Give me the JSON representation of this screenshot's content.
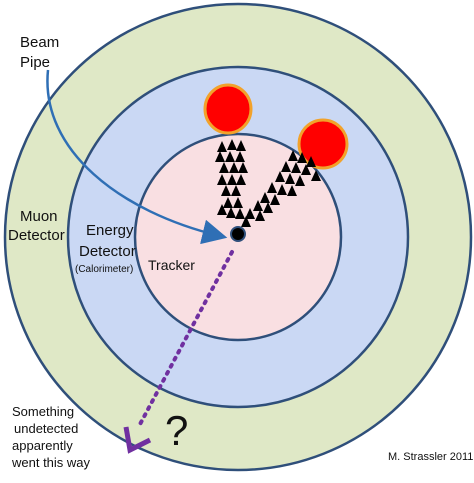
{
  "labels": {
    "beam": "Beam",
    "pipe": "Pipe",
    "muon": "Muon",
    "muon_detector": "Detector",
    "energy": "Energy",
    "energy_detector": "Detector",
    "calorimeter": "(Calorimeter)",
    "tracker": "Tracker",
    "something": "Something",
    "undetected": "undetected",
    "apparently": "apparently",
    "went": "went this way",
    "question": "?",
    "credit": "M. Strassler 2011"
  },
  "colors": {
    "muon_ring": "#dfe8c6",
    "energy_ring": "#cad8f4",
    "tracker": "#f9dfe2",
    "outline": "#2f4f7a",
    "beam_arrow": "#2f6fb5",
    "missing_arrow": "#7030a0",
    "jet_cluster": "#ff0000",
    "cluster_border": "#f2a22a",
    "tracks": "#000000"
  },
  "icons": [
    "beam-arrow-icon",
    "missing-energy-arrow-icon",
    "question-mark-icon",
    "collision-point-icon"
  ]
}
